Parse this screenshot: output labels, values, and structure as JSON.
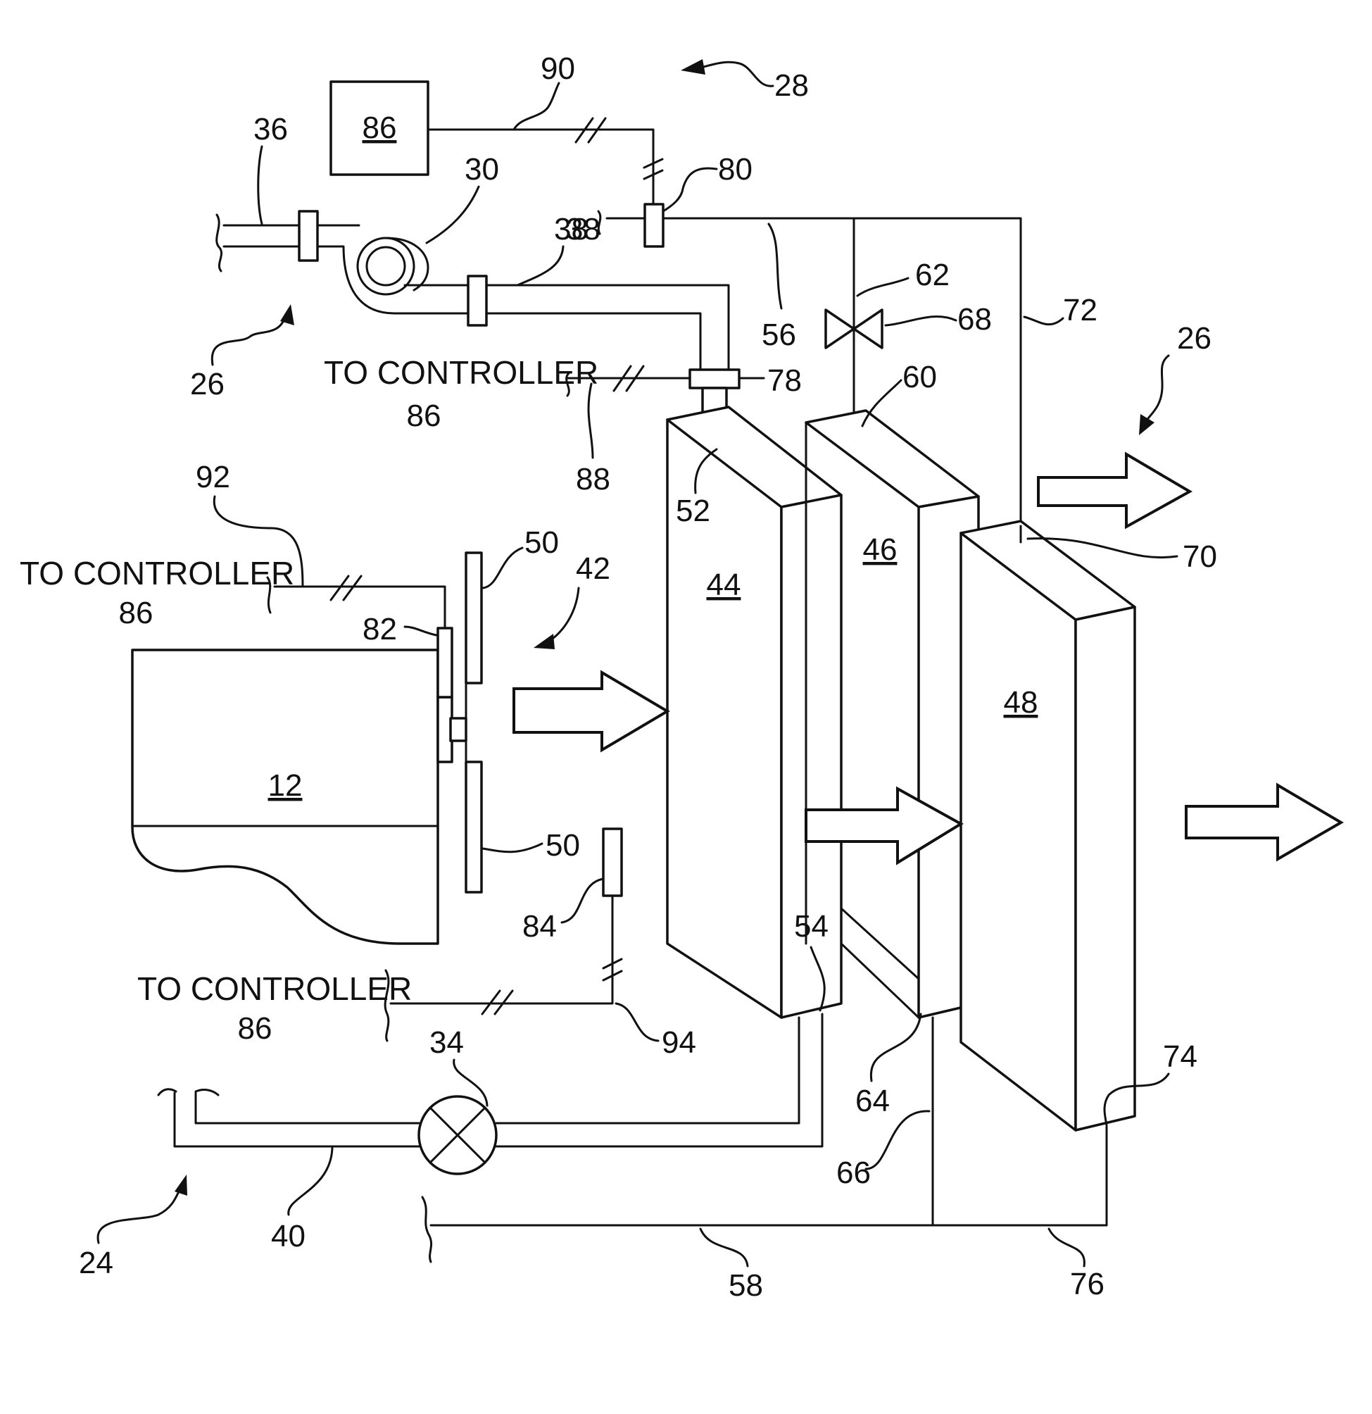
{
  "controller_label": "TO CONTROLLER",
  "refs": {
    "r12": "12",
    "r24": "24",
    "r26a": "26",
    "r26b": "26",
    "r28": "28",
    "r30": "30",
    "r34": "34",
    "r36": "36",
    "r38a": "38",
    "r38b": "38",
    "r40": "40",
    "r42": "42",
    "r44": "44",
    "r46": "46",
    "r48": "48",
    "r50a": "50",
    "r50b": "50",
    "r52": "52",
    "r54": "54",
    "r56": "56",
    "r58": "58",
    "r60": "60",
    "r62": "62",
    "r64": "64",
    "r66": "66",
    "r68": "68",
    "r70": "70",
    "r72": "72",
    "r74": "74",
    "r76": "76",
    "r78": "78",
    "r80": "80",
    "r82": "82",
    "r84": "84",
    "r86box": "86",
    "r86a": "86",
    "r86b": "86",
    "r86c": "86",
    "r88": "88",
    "r90": "90",
    "r92": "92",
    "r94": "94"
  }
}
